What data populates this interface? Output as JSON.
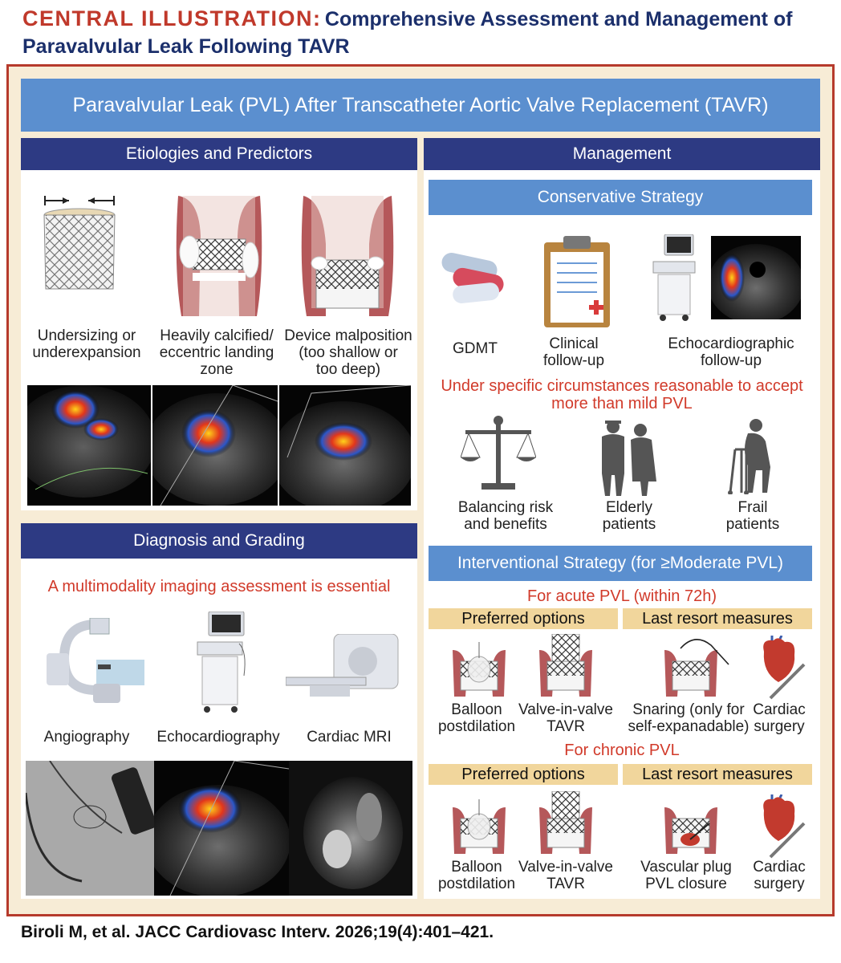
{
  "header": {
    "lead": "CENTRAL ILLUSTRATION:",
    "title_line1": "Comprehensive Assessment and Management of",
    "title_line2": "Paravalvular Leak Following TAVR"
  },
  "banner": "Paravalvular Leak (PVL) After Transcatheter Aortic Valve Replacement (TAVR)",
  "etiologies": {
    "heading": "Etiologies and Predictors",
    "items": [
      {
        "label": "Undersizing or\nunderexpansion"
      },
      {
        "label": "Heavily calcified/\neccentric landing\nzone"
      },
      {
        "label": "Device malposition\n(too shallow or\ntoo deep)"
      }
    ]
  },
  "diagnosis": {
    "heading": "Diagnosis and Grading",
    "note": "A multimodality imaging assessment is essential",
    "items": [
      {
        "label": "Angiography"
      },
      {
        "label": "Echocardiography"
      },
      {
        "label": "Cardiac MRI"
      }
    ]
  },
  "management": {
    "heading": "Management",
    "conservative": {
      "heading": "Conservative Strategy",
      "items": [
        {
          "label": "GDMT"
        },
        {
          "label": "Clinical\nfollow-up"
        },
        {
          "label": "Echocardiographic\nfollow-up"
        }
      ],
      "note": "Under specific circumstances reasonable to accept\nmore than mild PVL",
      "circumstances": [
        {
          "label": "Balancing risk\nand benefits"
        },
        {
          "label": "Elderly\npatients"
        },
        {
          "label": "Frail\npatients"
        }
      ]
    },
    "interventional": {
      "heading": "Interventional Strategy (for ≥Moderate PVL)",
      "acute": {
        "title": "For acute PVL (within 72h)",
        "preferred": "Preferred options",
        "last_resort": "Last resort measures",
        "items": [
          {
            "label": "Balloon\npostdilation"
          },
          {
            "label": "Valve-in-valve\nTAVR"
          },
          {
            "label": "Snaring (only for\nself-expanadable)"
          },
          {
            "label": "Cardiac\nsurgery"
          }
        ]
      },
      "chronic": {
        "title": "For chronic PVL",
        "preferred": "Preferred options",
        "last_resort": "Last resort measures",
        "items": [
          {
            "label": "Balloon\npostdilation"
          },
          {
            "label": "Valve-in-valve\nTAVR"
          },
          {
            "label": "Vascular plug\nPVL closure"
          },
          {
            "label": "Cardiac\nsurgery"
          }
        ]
      }
    }
  },
  "citation": "Biroli M, et al. JACC Cardiovasc Interv. 2026;19(4):401–421.",
  "colors": {
    "navy": "#2d3a83",
    "blue": "#5b8fcf",
    "red": "#d13a2a",
    "tan": "#f1d69c",
    "border": "#b63a2c"
  }
}
